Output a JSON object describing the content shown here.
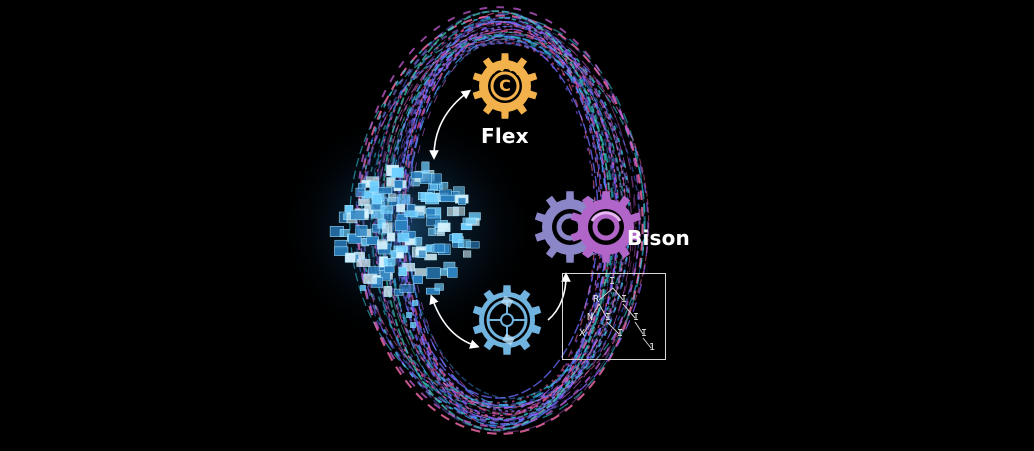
{
  "labels": {
    "flex": "Flex",
    "bison": "Bison"
  },
  "tree_nodes": [
    "I",
    "R",
    "I",
    "N",
    "I",
    "I",
    "I",
    "X",
    "I",
    "1"
  ],
  "colors": {
    "background": "#000000",
    "flex_gear": "#f2b14a",
    "bison_gear_back": "#8a86c8",
    "bison_gear_front": "#b265c9",
    "lexer_gear": "#6fb3de",
    "cube_glow": "#5fd0ff",
    "arrows": "#ffffff",
    "text": "#ffffff"
  },
  "icons": [
    "flex-gear-icon",
    "bison-gear-icon",
    "parser-gear-icon",
    "token-cube-cluster",
    "parse-tree-icon"
  ]
}
